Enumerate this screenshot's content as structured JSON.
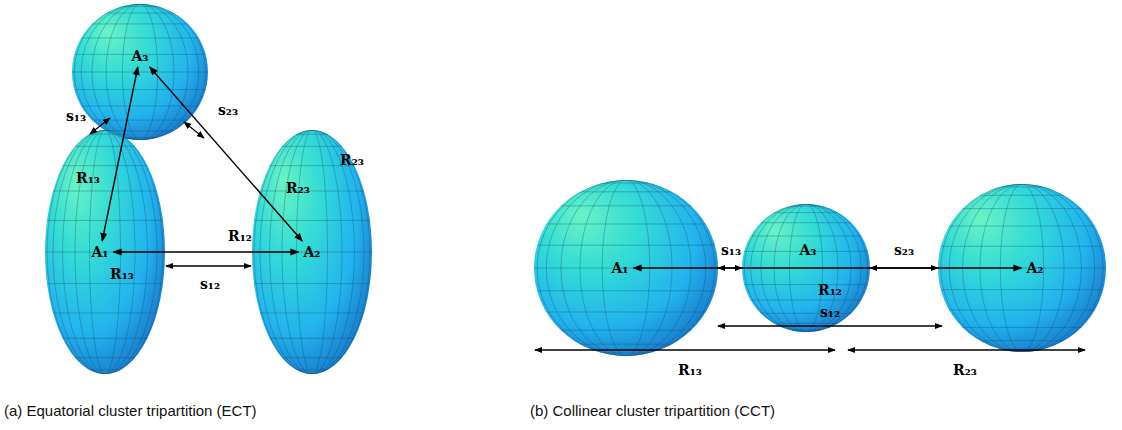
{
  "diagram": {
    "nodes": [
      {
        "text": [
          "A₃"
        ]
      },
      {
        "text": [
          "A₁"
        ]
      },
      {
        "text": [
          "A₂"
        ]
      },
      {
        "text": [
          "A₁"
        ]
      },
      {
        "text": [
          "A₃"
        ]
      },
      {
        "text": [
          "A₂"
        ]
      }
    ],
    "edges": [
      {
        "from": 1,
        "to": 0,
        "label": "R₁₃",
        "arrow": "both"
      },
      {
        "from": 2,
        "to": 0,
        "label": "R₂₃",
        "arrow": "both"
      },
      {
        "from": 1,
        "to": 2,
        "label": "R₁₂",
        "arrow": "both"
      },
      {
        "from": 3,
        "to": 5,
        "label": "R₁₂",
        "arrow": "both"
      }
    ],
    "labels": [
      "R₁₃",
      "R₂₃",
      "s₁₃",
      "s₂₃",
      "s₁₂",
      "s₁₃",
      "s₂₃",
      "s₁₂",
      "R₁₃",
      "R₂₃",
      "(a) Equatorial cluster tripartition (ECT)",
      "(b) Collinear cluster tripartition (CCT)"
    ]
  }
}
